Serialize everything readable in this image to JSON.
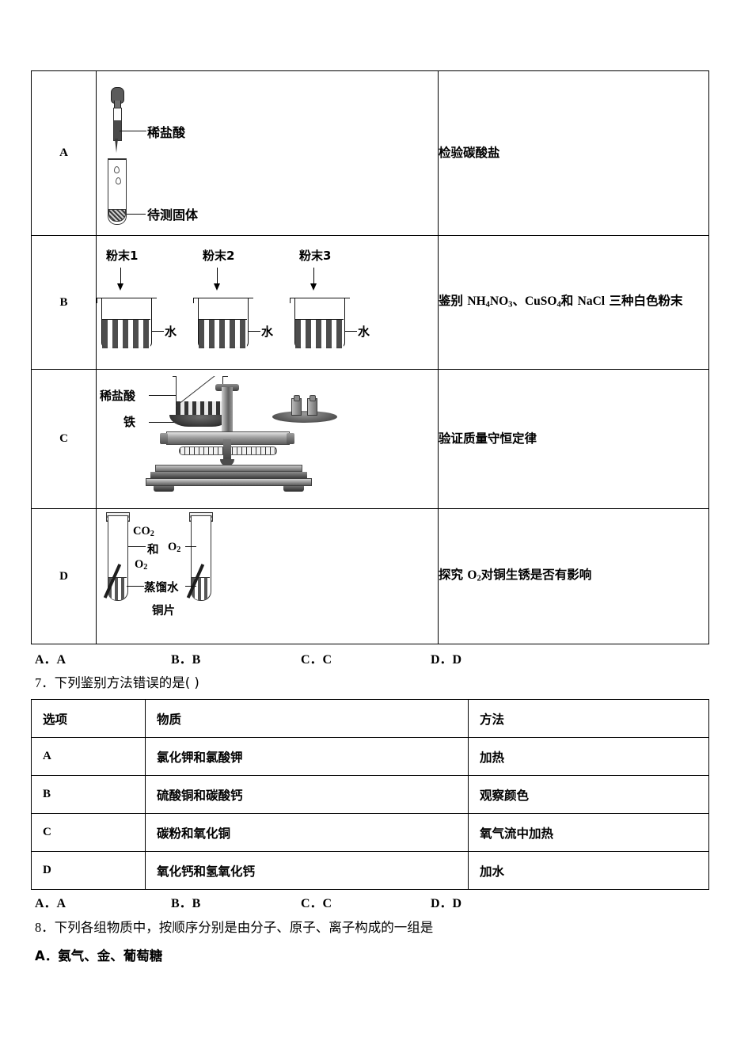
{
  "experiment_table": {
    "rows": [
      {
        "option": "A",
        "figure": {
          "labels": [
            "稀盐酸",
            "待测固体"
          ]
        },
        "description": "检验碳酸盐"
      },
      {
        "option": "B",
        "figure": {
          "labels": [
            "粉末1",
            "粉末2",
            "粉末3"
          ],
          "water_labels": [
            "水",
            "水",
            "水"
          ]
        },
        "description_parts": {
          "lead": "鉴别 ",
          "formula1": "NH4NO3",
          "sep1": "、",
          "formula2": "CuSO4",
          "mid": "和 ",
          "formula3": "NaCl",
          "tail": " 三种白色粉末"
        },
        "description": "鉴别 NH4NO3、CuSO4和 NaCl 三种白色粉末"
      },
      {
        "option": "C",
        "figure": {
          "labels": [
            "稀盐酸",
            "铁"
          ]
        },
        "description": "验证质量守恒定律"
      },
      {
        "option": "D",
        "figure": {
          "tube_left_gas": [
            "CO2",
            "和",
            "O2"
          ],
          "tube_right_gas": "O2",
          "water_label": "蒸馏水",
          "copper_label": "铜片"
        },
        "description_parts": {
          "lead": "探究 ",
          "formula": "O2",
          "tail": "对铜生锈是否有影响"
        },
        "description": "探究 O2对铜生锈是否有影响"
      }
    ]
  },
  "answers_row_1": {
    "a": "A．A",
    "b": "B．B",
    "c": "C．C",
    "d": "D．D"
  },
  "question_7": {
    "number": "7．",
    "text": "下列鉴别方法错误的是(  )"
  },
  "id_table": {
    "headers": [
      "选项",
      "物质",
      "方法"
    ],
    "rows": [
      {
        "option": "A",
        "substance": "氯化钾和氯酸钾",
        "method": "加热"
      },
      {
        "option": "B",
        "substance": "硫酸铜和碳酸钙",
        "method": "观察颜色"
      },
      {
        "option": "C",
        "substance": "碳粉和氧化铜",
        "method": "氧气流中加热"
      },
      {
        "option": "D",
        "substance": "氧化钙和氢氧化钙",
        "method": "加水"
      }
    ]
  },
  "answers_row_2": {
    "a": "A．A",
    "b": "B．B",
    "c": "C．C",
    "d": "D．D"
  },
  "question_8": {
    "number": "8．",
    "text": "下列各组物质中，按顺序分别是由分子、原子、离子构成的一组是",
    "option_a": "A．氨气、金、葡萄糖"
  },
  "colors": {
    "text": "#000000",
    "background": "#ffffff",
    "border": "#000000"
  }
}
